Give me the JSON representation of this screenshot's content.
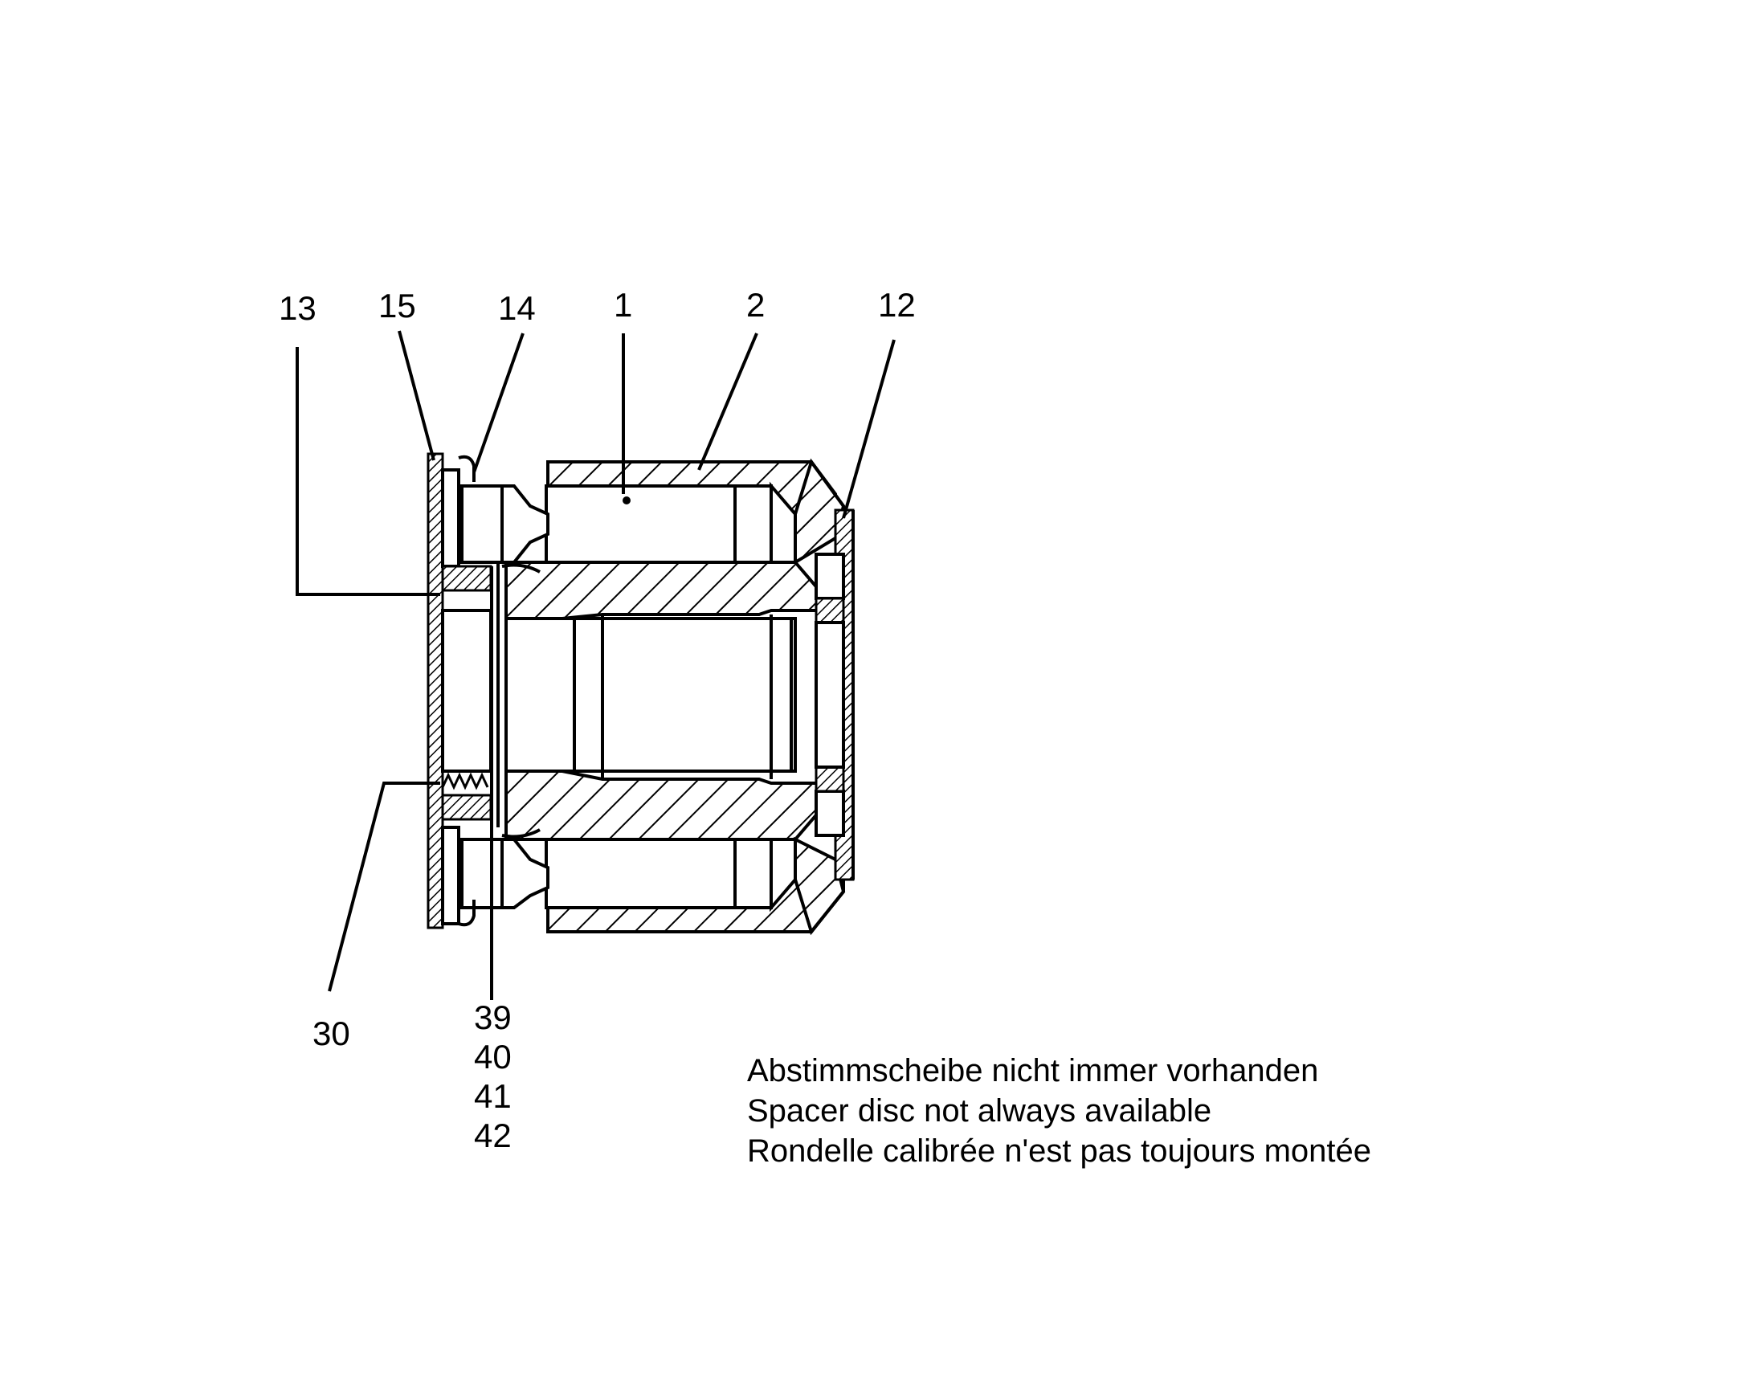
{
  "callouts": {
    "c13": "13",
    "c15": "15",
    "c14": "14",
    "c1": "1",
    "c2": "2",
    "c12": "12",
    "c30": "30",
    "c39": "39",
    "c40": "40",
    "c41": "41",
    "c42": "42"
  },
  "note": {
    "line1": "Abstimmscheibe nicht immer vorhanden",
    "line2": "Spacer disc not always available",
    "line3": "Rondelle calibrée n'est pas toujours montée"
  }
}
